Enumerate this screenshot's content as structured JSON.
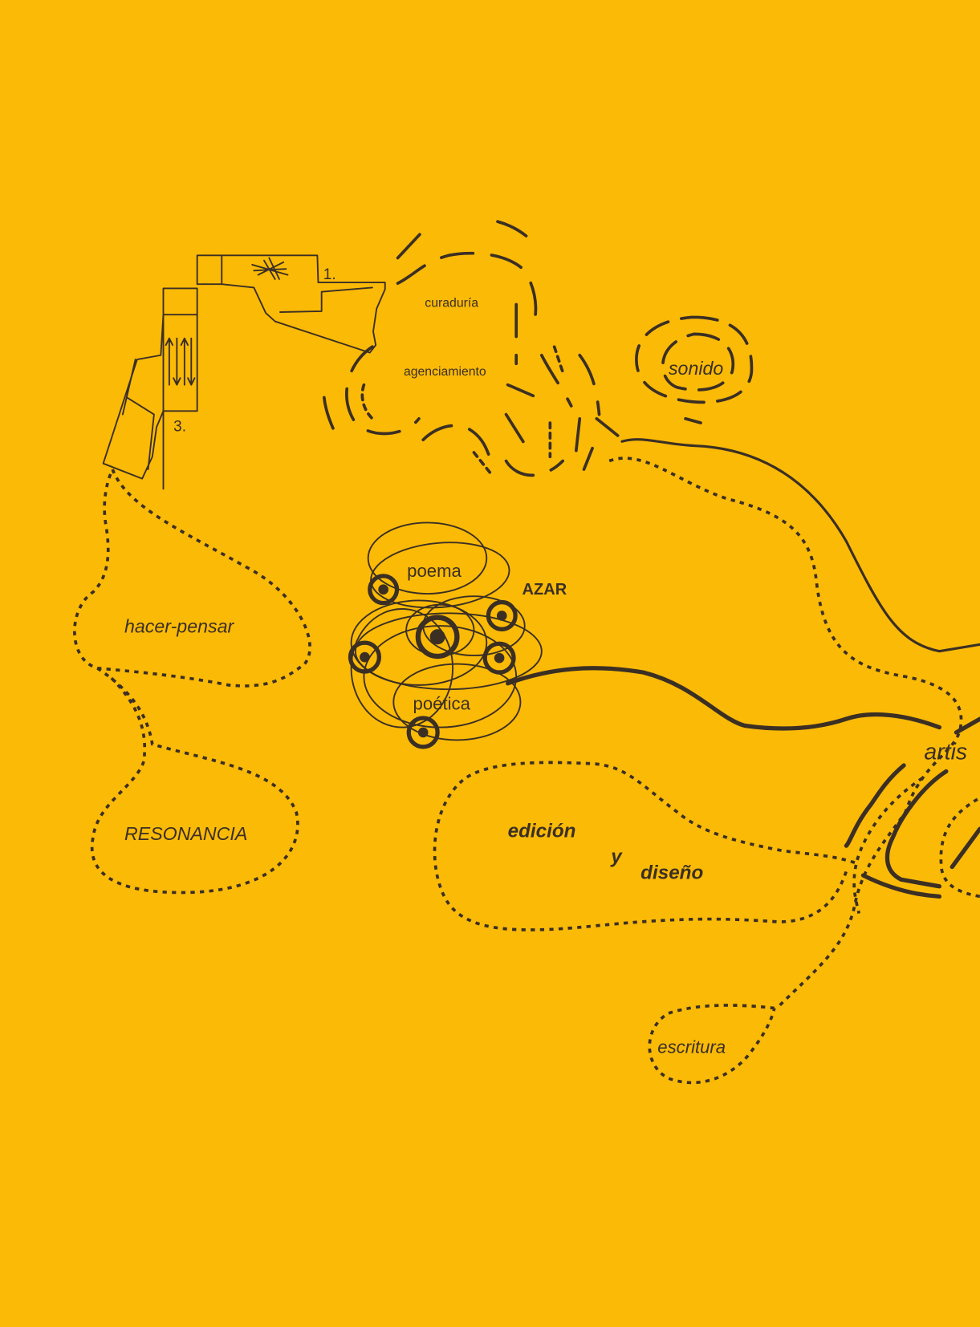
{
  "colors": {
    "background": "#FBBA06",
    "ink": "#3b2f24"
  },
  "labels": {
    "plan_1": "1.",
    "plan_3": "3.",
    "curaduria": "curaduría",
    "agenciamiento": "agenciamiento",
    "sonido": "sonido",
    "poema": "poema",
    "azar": "AZAR",
    "poetica": "poética",
    "hacer_pensar": "hacer-pensar",
    "resonancia": "RESONANCIA",
    "edicion": "edición",
    "y": "y",
    "diseno": "diseño",
    "escritura": "escritura",
    "artista": "artis"
  }
}
